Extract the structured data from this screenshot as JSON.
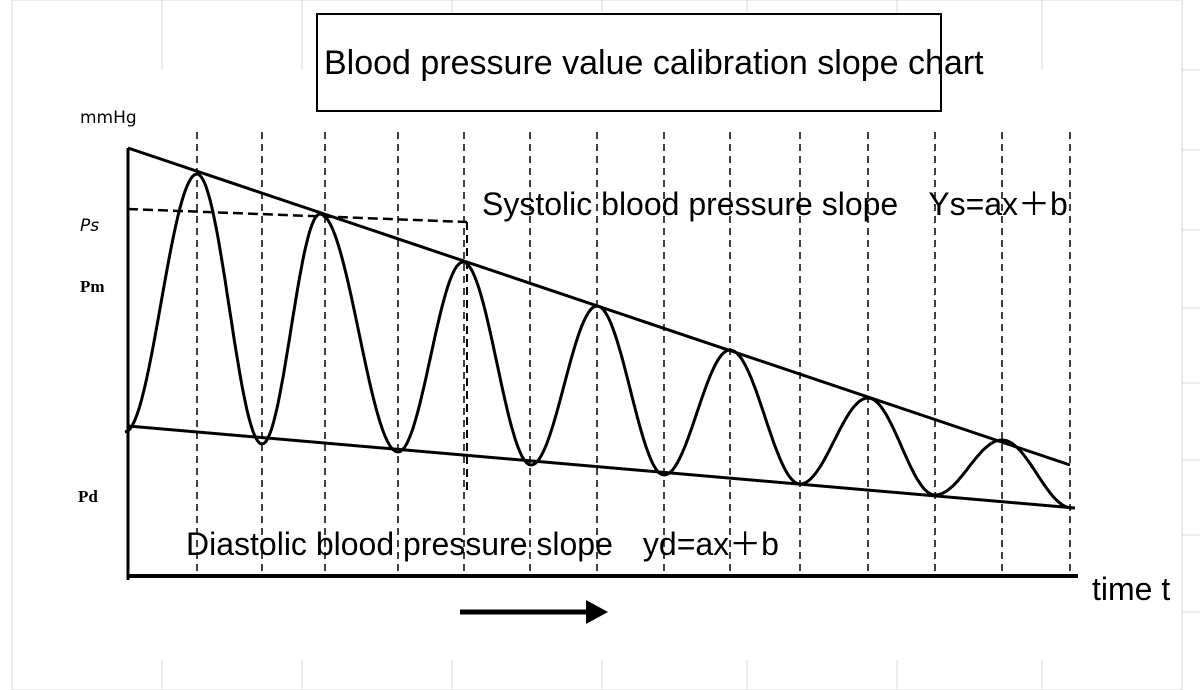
{
  "title": "Blood pressure value calibration slope chart",
  "y_axis": {
    "unit": "mmHg",
    "labels": {
      "ps": "Ps",
      "pm": "Pm",
      "pd": "Pd"
    }
  },
  "x_axis": {
    "label": "time t"
  },
  "systolic": {
    "label": "Systolic blood pressure slope",
    "equation": "Ys=ax＋b"
  },
  "diastolic": {
    "label": "Diastolic blood pressure slope",
    "equation": "yd=ax＋b"
  },
  "colors": {
    "line": "#000000",
    "grid": "#d9d9d9",
    "background": "#ffffff"
  },
  "icons": {
    "direction": "arrow-right-icon"
  }
}
